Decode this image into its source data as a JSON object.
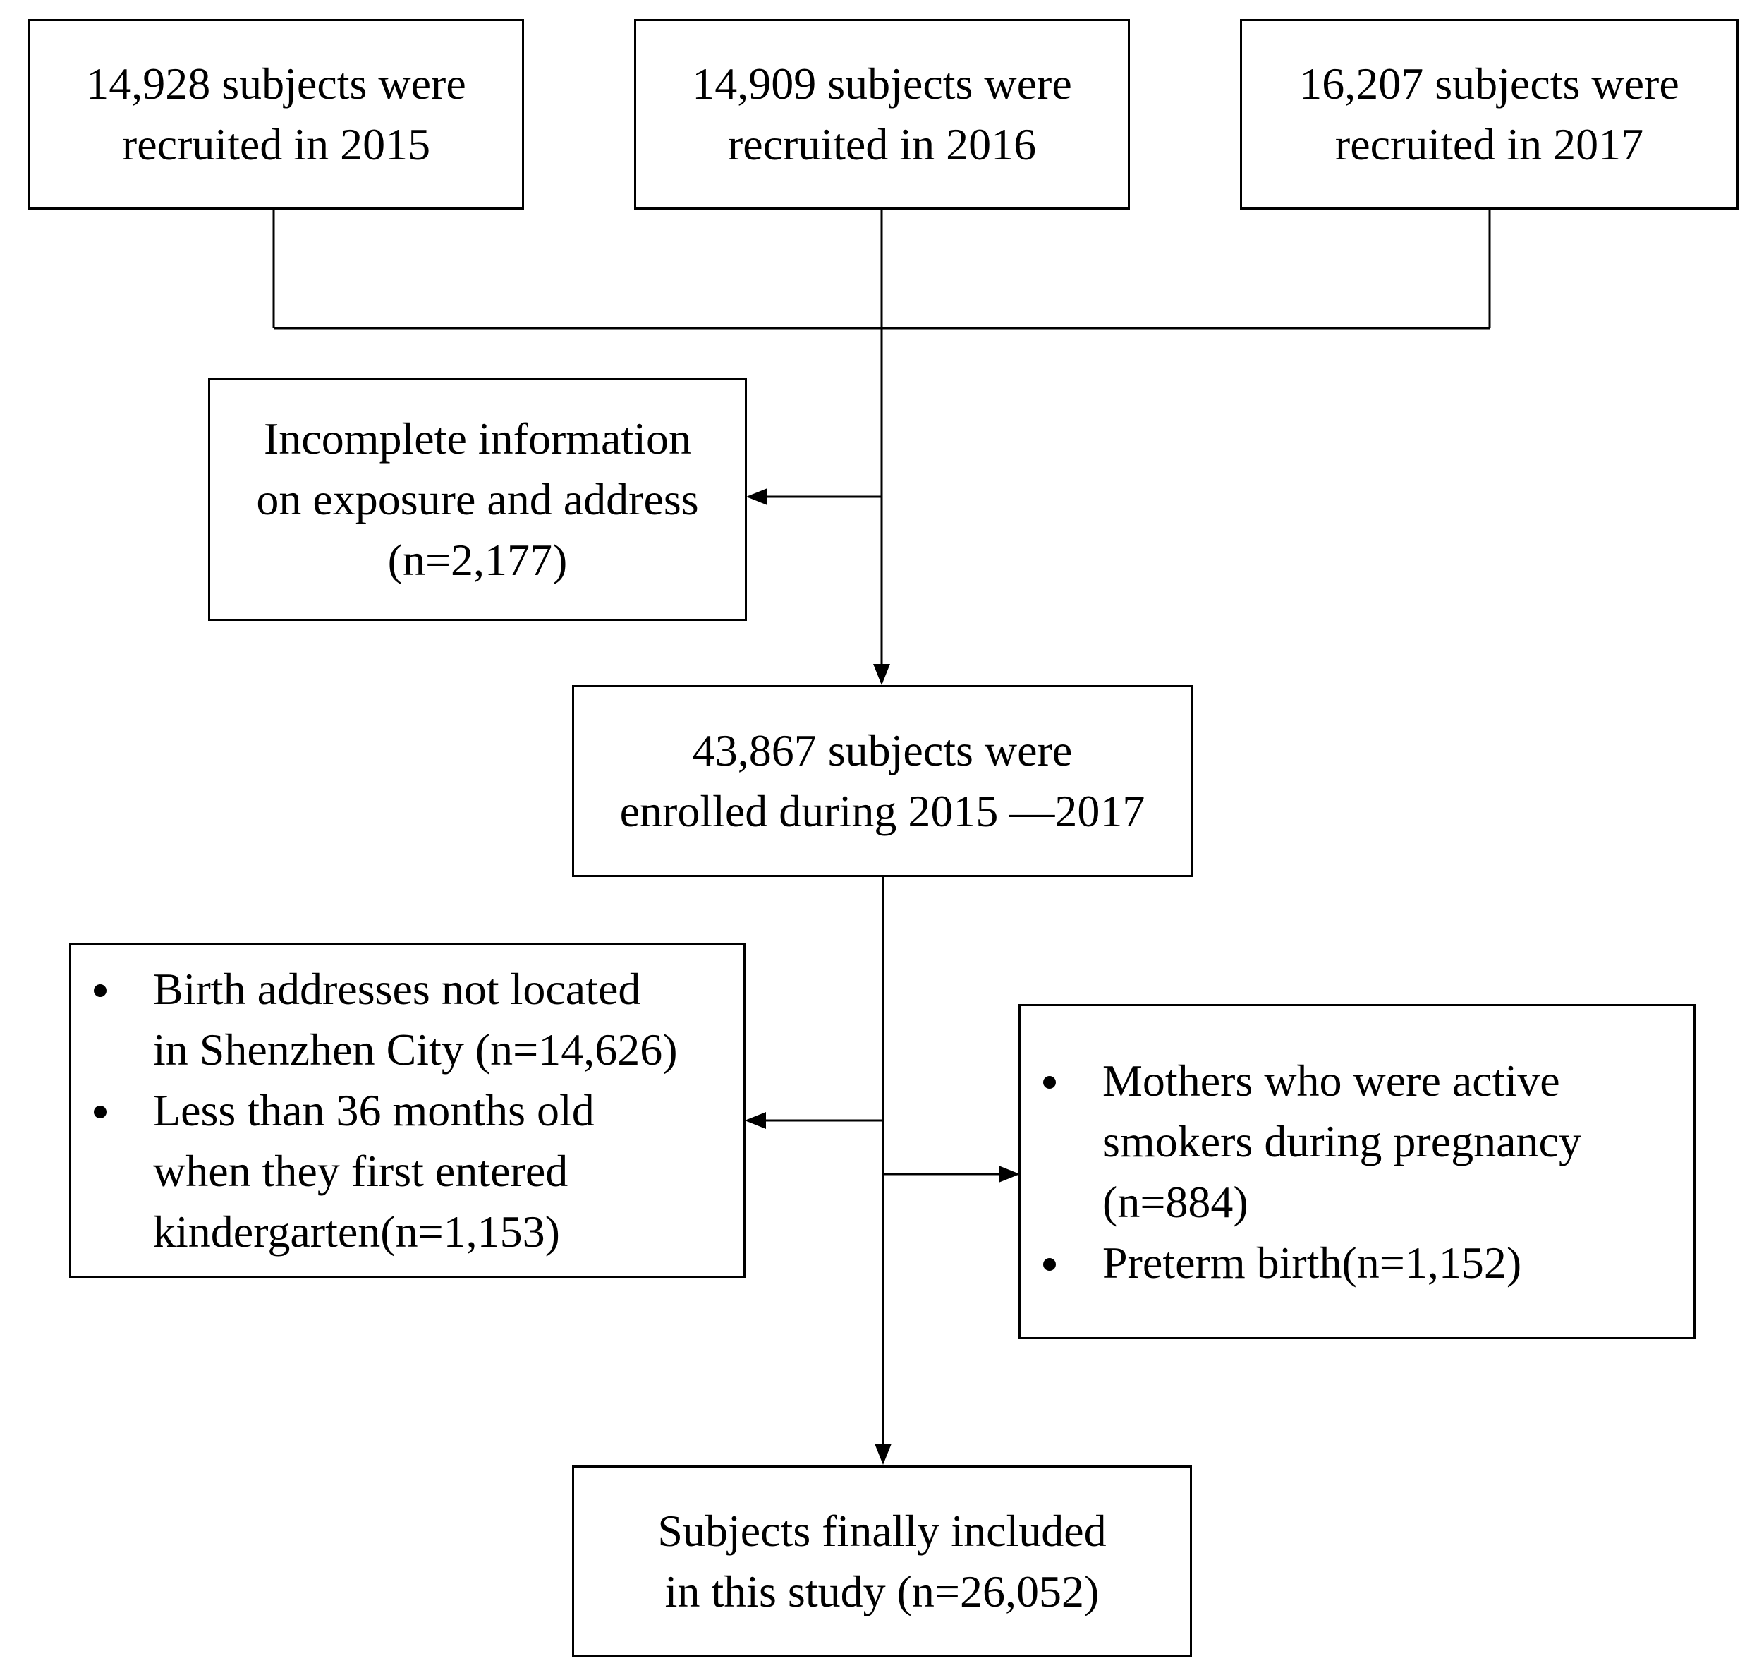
{
  "recruitment": [
    {
      "line1": "14,928 subjects were",
      "line2": "recruited in 2015"
    },
    {
      "line1": "14,909 subjects were",
      "line2": "recruited in 2016"
    },
    {
      "line1": "16,207 subjects were",
      "line2": "recruited in 2017"
    }
  ],
  "exclusion_1": {
    "line1": "Incomplete information",
    "line2": "on exposure and address",
    "line3": "(n=2,177)"
  },
  "enrolled": {
    "line1": "43,867 subjects were",
    "line2": "enrolled during 2015 —2017"
  },
  "exclusion_2a": {
    "items": [
      {
        "line1": "Birth addresses not located",
        "line2": "in Shenzhen City (n=14,626)"
      },
      {
        "line1": "Less than 36 months old",
        "line2": "when they first entered",
        "line3": "kindergarten(n=1,153)"
      }
    ]
  },
  "exclusion_2b": {
    "items": [
      {
        "line1": "Mothers who were active",
        "line2": "smokers during pregnancy",
        "line3": "(n=884)"
      },
      {
        "line1": "Preterm birth(n=1,152)"
      }
    ]
  },
  "final": {
    "line1": "Subjects finally included",
    "line2": "in this study (n=26,052)"
  }
}
